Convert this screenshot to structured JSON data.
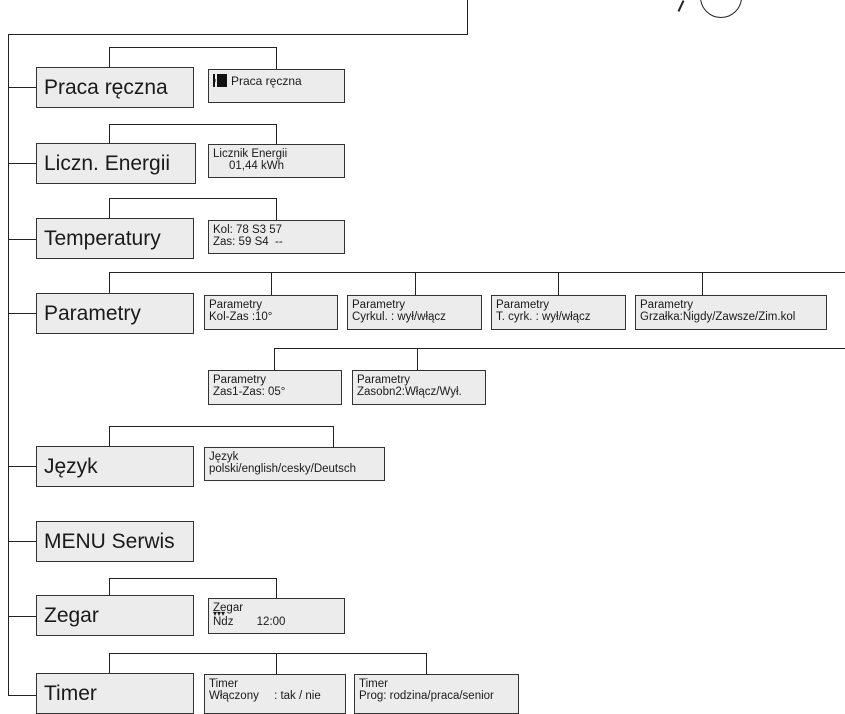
{
  "menus": {
    "praca": "Praca ręczna",
    "licznik": "Liczn. Energii",
    "temperatury": "Temperatury",
    "parametry": "Parametry",
    "jezyk": "Język",
    "serwis": "MENU Serwis",
    "zegar": "Zegar",
    "timer": "Timer"
  },
  "screens": {
    "praca": {
      "line1": "Praca ręczna",
      "icon": "manual-hand-icon"
    },
    "licznik": {
      "line1": "Licznik Energii",
      "line2": "01,44 kWh"
    },
    "temperatury": {
      "kol": "Kol: 78",
      "s3": "S3 57",
      "zas": "Zas: 59",
      "s4": "S4  --"
    },
    "parametry": [
      {
        "line1": "Parametry",
        "line2": "Kol-Zas :10°"
      },
      {
        "line1": "Parametry",
        "line2": "Cyrkul. : wył/włącz"
      },
      {
        "line1": "Parametry",
        "line2": "T. cyrk. : wył/włącz"
      },
      {
        "line1": "Parametry",
        "line2": "Grzałka:Nigdy/Zawsze/Zim.kol"
      },
      {
        "line1": "Parametry",
        "line2": "Zas1-Zas: 05°"
      },
      {
        "line1": "Parametry",
        "line2": "Zasobn2:Włącz/Wył."
      }
    ],
    "jezyk": {
      "line1": "Język",
      "line2": "polski/english/cesky/Deutsch"
    },
    "zegar": {
      "line1": "Zegar",
      "day": "Ndz",
      "time": "12:00"
    },
    "timer": [
      {
        "line1": "Timer",
        "line2a": "Włączony",
        "line2b": ": tak / nie"
      },
      {
        "line1": "Timer",
        "line2": "Prog: rodzina/praca/senior"
      }
    ]
  }
}
